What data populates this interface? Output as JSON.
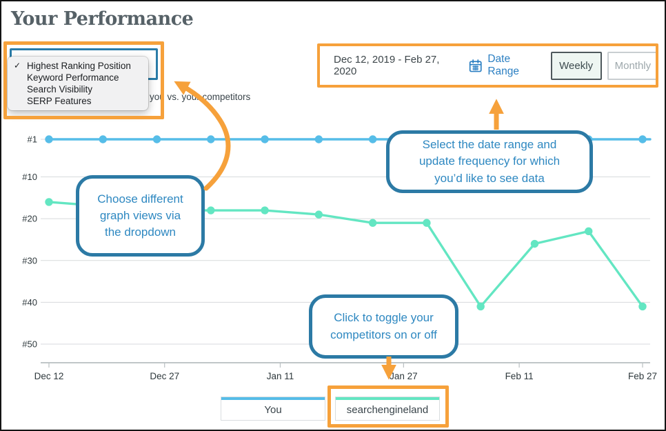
{
  "title": "Your Performance",
  "subtitle_visible": "you vs. your competitors",
  "dropdown": {
    "checkmark": "✓",
    "options": [
      {
        "label": "Highest Ranking Position",
        "checked": true
      },
      {
        "label": "Keyword Performance",
        "checked": false
      },
      {
        "label": "Search Visibility",
        "checked": false
      },
      {
        "label": "SERP Features",
        "checked": false
      }
    ]
  },
  "date_controls": {
    "range_text": "Dec 12, 2019 - Feb 27, 2020",
    "date_range_label": "Date Range",
    "frequency_options": [
      {
        "label": "Weekly",
        "selected": true
      },
      {
        "label": "Monthly",
        "selected": false
      }
    ]
  },
  "callouts": {
    "dropdown_tip": "Choose different graph views via the dropdown",
    "date_tip": "Select the date range and update frequency for which you’d like to see data",
    "legend_tip": "Click to toggle your competitors on or off"
  },
  "legend": [
    {
      "label": "You",
      "color": "#56bde8"
    },
    {
      "label": "searchengineland",
      "color": "#63e6c2"
    }
  ],
  "colors": {
    "highlight_orange": "#f6a13b",
    "callout_border_blue": "#2c7aa5",
    "callout_text_blue": "#2e88c1",
    "link_blue": "#2b7fc2",
    "you_line": "#56bde8",
    "competitor_line": "#63e6c2"
  },
  "chart_data": {
    "type": "line",
    "title": "",
    "y_axis": {
      "unit": "ranking position",
      "inverted": true,
      "min": 1,
      "max": 50,
      "tick_labels": [
        "#1",
        "#10",
        "#20",
        "#30",
        "#40",
        "#50"
      ],
      "tick_values": [
        1,
        10,
        20,
        30,
        40,
        50
      ]
    },
    "x_axis": {
      "tick_labels": [
        "Dec 12",
        "Dec 27",
        "Jan 11",
        "Jan 27",
        "Feb 11",
        "Feb 27"
      ],
      "tick_days": [
        0,
        15,
        30,
        46,
        61,
        77
      ],
      "total_days": 77
    },
    "point_interval_days": 7,
    "series": [
      {
        "name": "You",
        "color": "#56bde8",
        "x_days": [
          0,
          7,
          14,
          21,
          28,
          35,
          42,
          49,
          56,
          63,
          70,
          77
        ],
        "values": [
          1,
          1,
          1,
          1,
          1,
          1,
          1,
          1,
          1,
          1,
          1,
          1
        ]
      },
      {
        "name": "searchengineland",
        "color": "#63e6c2",
        "x_days": [
          0,
          7,
          14,
          21,
          28,
          35,
          42,
          49,
          56,
          63,
          70,
          77
        ],
        "values": [
          16,
          17,
          18,
          18,
          18,
          19,
          21,
          21,
          41,
          26,
          23,
          41
        ]
      }
    ],
    "grid": "horizontal",
    "legend_position": "bottom"
  }
}
